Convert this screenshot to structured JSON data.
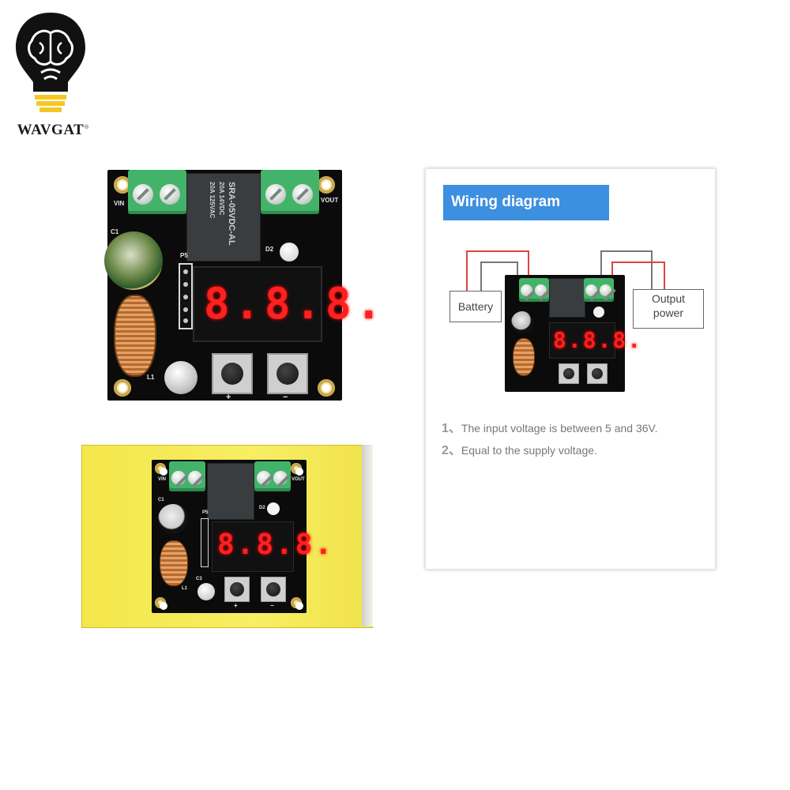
{
  "logo": {
    "brand": "WAVGAT",
    "registered": "®"
  },
  "module_top": {
    "vin_label": "VIN",
    "vout_label": "VOUT",
    "c1_label": "C1",
    "l1_label": "L1",
    "p5_label": "P5",
    "d2_label": "D2",
    "relay_text": "SRA-05VDC-AL",
    "relay_text2": "20A 14VDC",
    "relay_text3": "20A 125VAC",
    "display": "8.8.8.",
    "plus_label": "+",
    "minus_label": "−"
  },
  "module_box": {
    "vin_label": "VIN",
    "vout_label": "VOUT",
    "c1_label": "C1",
    "l1_label": "L1",
    "c3_label": "C3",
    "p5_label": "P5",
    "d2_label": "D2",
    "display": "8.8.8.",
    "plus_label": "+",
    "minus_label": "−"
  },
  "card": {
    "title": "Wiring diagram",
    "battery_label": "Battery",
    "output_label_1": "Output",
    "output_label_2": "power",
    "display": "8.8.8.",
    "notes": [
      {
        "num": "1、",
        "text": "The input voltage is between 5 and 36V."
      },
      {
        "num": "2、",
        "text": "Equal to the supply voltage."
      }
    ]
  },
  "colors": {
    "pcb": "#0b0b0b",
    "terminal": "#43b36a",
    "display_red": "#ff2020",
    "title_blue": "#3d8fe0",
    "box_yellow": "#f3e74a"
  }
}
